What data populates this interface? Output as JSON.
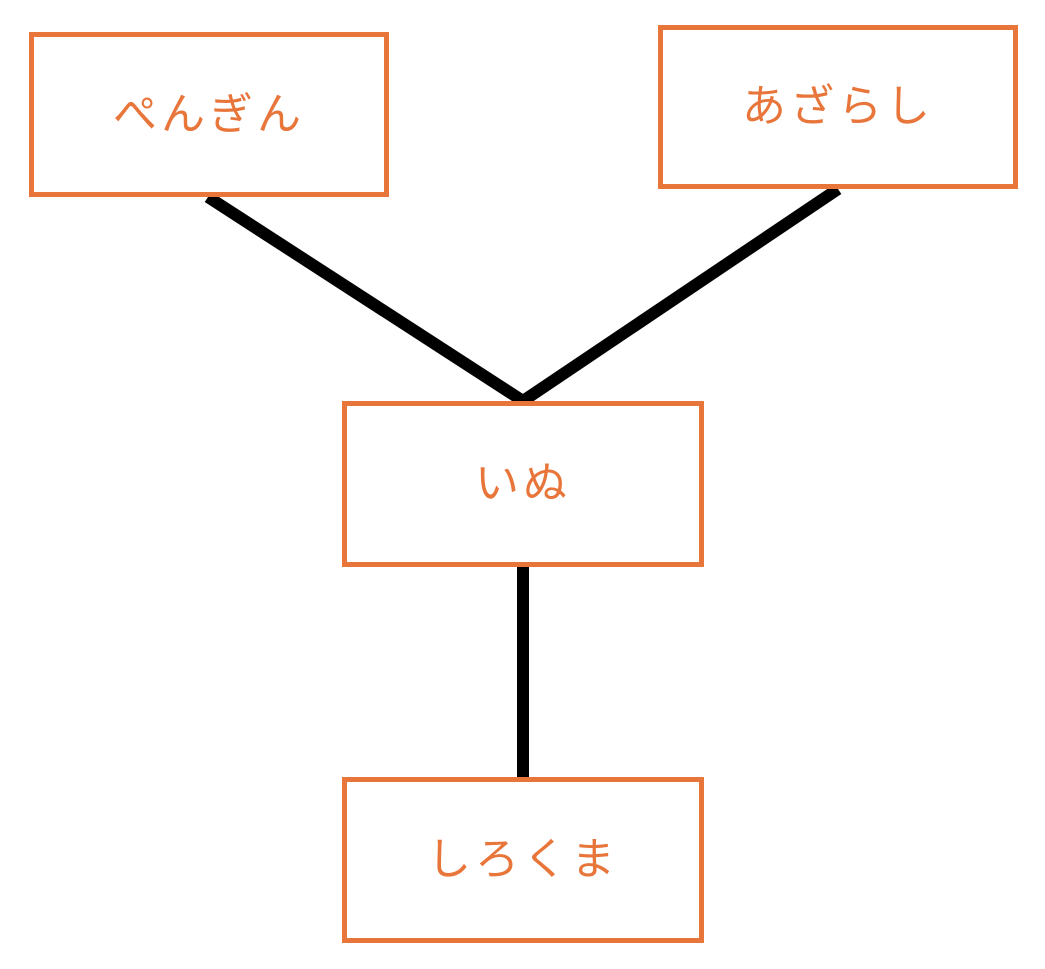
{
  "diagram": {
    "nodes": [
      {
        "id": "penguin",
        "label": "ぺんぎん"
      },
      {
        "id": "seal",
        "label": "あざらし"
      },
      {
        "id": "dog",
        "label": "いぬ"
      },
      {
        "id": "polarbear",
        "label": "しろくま"
      }
    ],
    "edges": [
      {
        "from": "penguin",
        "to": "dog"
      },
      {
        "from": "seal",
        "to": "dog"
      },
      {
        "from": "dog",
        "to": "polarbear"
      }
    ]
  },
  "colors": {
    "node_border": "#e8753a",
    "node_text": "#e8753a",
    "edge": "#000000",
    "background": "#ffffff"
  }
}
